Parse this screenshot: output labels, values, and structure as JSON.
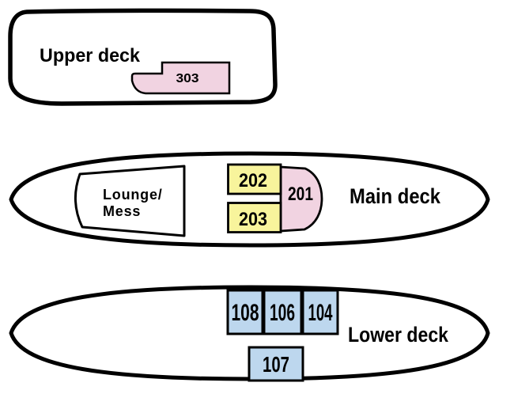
{
  "colors": {
    "cabin_pink": "#F1D3E1",
    "cabin_yellow": "#F8F49C",
    "cabin_blue": "#BDD7EE",
    "deck_fill": "#FFFFFF",
    "outline": "#000000"
  },
  "decks": {
    "upper": {
      "label": "Upper deck",
      "cabins": [
        {
          "number": "303",
          "color": "pink"
        }
      ]
    },
    "main": {
      "label": "Main deck",
      "lounge": {
        "line1": "Lounge/",
        "line2": "Mess"
      },
      "cabins": [
        {
          "number": "202",
          "color": "yellow"
        },
        {
          "number": "203",
          "color": "yellow"
        },
        {
          "number": "201",
          "color": "pink"
        }
      ]
    },
    "lower": {
      "label": "Lower deck",
      "cabins": [
        {
          "number": "108",
          "color": "blue"
        },
        {
          "number": "106",
          "color": "blue"
        },
        {
          "number": "104",
          "color": "blue"
        },
        {
          "number": "107",
          "color": "blue"
        }
      ]
    }
  }
}
